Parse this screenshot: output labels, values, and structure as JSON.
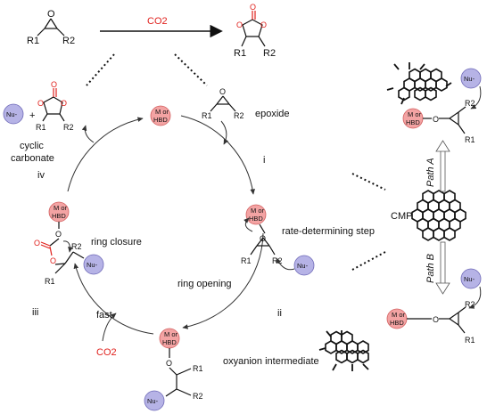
{
  "top": {
    "co2": "CO2",
    "r1": "R1",
    "r2": "R2"
  },
  "cycle": {
    "epoxide_label": "epoxide",
    "cyclic_carbonate_line1": "cyclic",
    "cyclic_carbonate_line2": "carbonate",
    "step_i": "i",
    "step_ii": "ii",
    "step_iii": "iii",
    "step_iv": "iv",
    "rate_step": "rate-determining step",
    "ring_opening": "ring opening",
    "oxyanion": "oxyanion intermediate",
    "ring_closure": "ring closure",
    "fast": "fast",
    "co2": "CO2"
  },
  "balls": {
    "catalyst_line1": "M or",
    "catalyst_line2": "HBD",
    "nucleophile": "Nu-"
  },
  "atoms": {
    "o": "O",
    "r1": "R1",
    "r2": "R2"
  },
  "right": {
    "path_a": "Path A",
    "path_b": "Path B",
    "cmp": "CMP"
  },
  "colors": {
    "accent_red": "#e0211d",
    "catalyst_ball": "#f3a3a3",
    "nucleophile_ball": "#b6b3e6"
  }
}
